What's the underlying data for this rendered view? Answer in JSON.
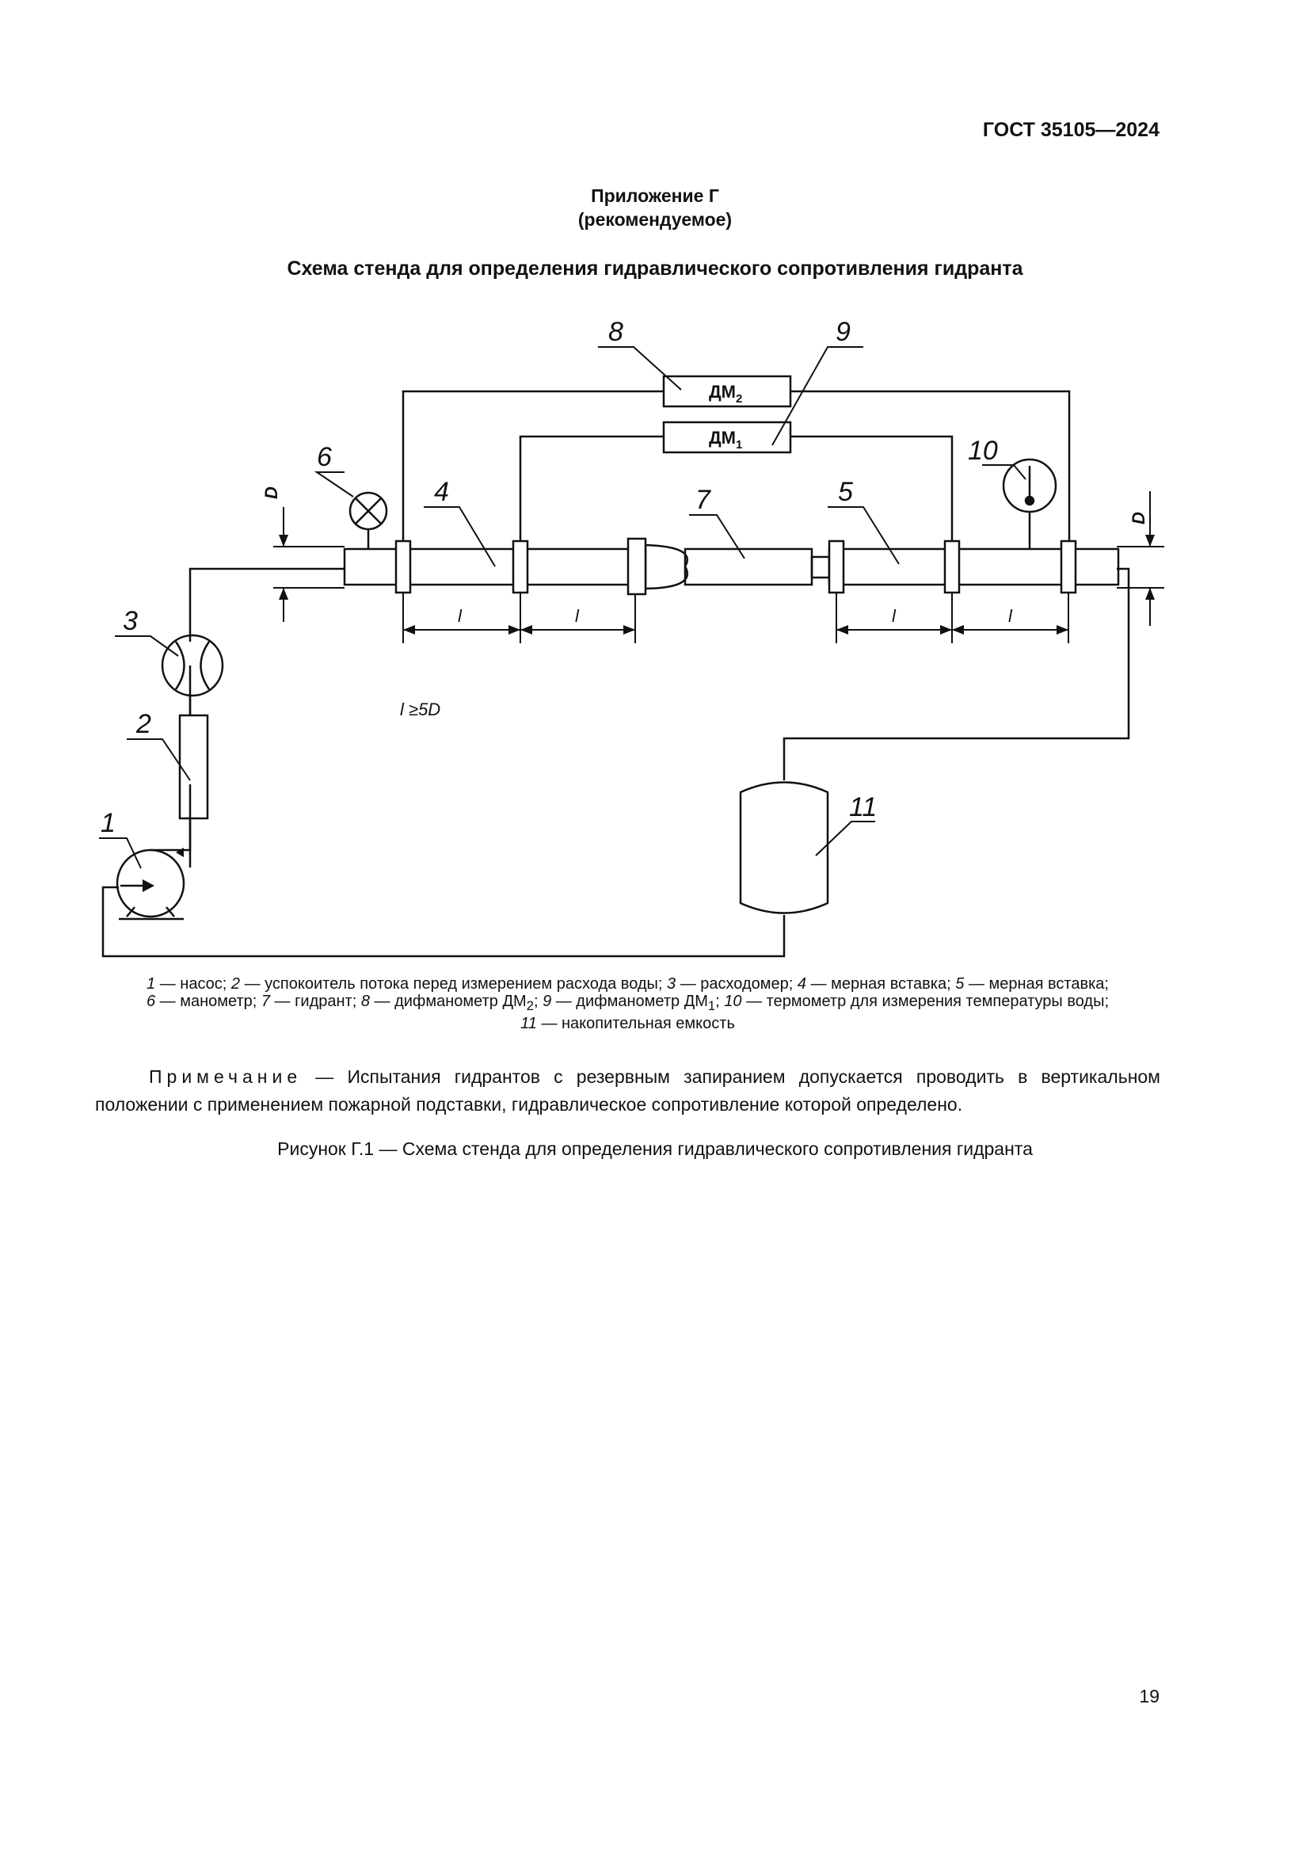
{
  "header": {
    "doc_code": "ГОСТ 35105—2024"
  },
  "annex": {
    "title": "Приложение Г",
    "subtitle": "(рекомендуемое)"
  },
  "figure": {
    "heading": "Схема стенда для определения гидравлического сопротивления гидранта",
    "callouts": [
      "1",
      "2",
      "3",
      "4",
      "5",
      "6",
      "7",
      "8",
      "9",
      "10",
      "11"
    ],
    "devices": {
      "dm2": "ДМ",
      "dm2_sub": "2",
      "dm1": "ДМ",
      "dm1_sub": "1"
    },
    "dimensions": {
      "d": "D",
      "l": "l",
      "rule": "l ≥5D"
    }
  },
  "legend": {
    "items": [
      {
        "n": "1",
        "text": "насос"
      },
      {
        "n": "2",
        "text": "успокоитель потока перед измерением расхода воды"
      },
      {
        "n": "3",
        "text": "расходомер"
      },
      {
        "n": "4",
        "text": "мерная вставка"
      },
      {
        "n": "5",
        "text": "мерная вставка"
      },
      {
        "n": "6",
        "text": "манометр"
      },
      {
        "n": "7",
        "text": "гидрант"
      },
      {
        "n": "8",
        "text": "дифманометр ДМ"
      },
      {
        "n": "9",
        "text": "дифманометр ДМ"
      },
      {
        "n": "10",
        "text": "термометр для измерения температуры воды"
      },
      {
        "n": "11",
        "text": "накопительная емкость"
      }
    ],
    "sub_8": "2",
    "sub_9": "1"
  },
  "note": {
    "label": "Примечание",
    "text": " — Испытания гидрантов с резервным запиранием допускается проводить в вертикальном положении с применением пожарной подставки, гидравлическое сопротивление которой определено."
  },
  "caption": "Рисунок Г.1 — Схема стенда для определения гидравлического сопротивления гидранта",
  "page_number": "19"
}
